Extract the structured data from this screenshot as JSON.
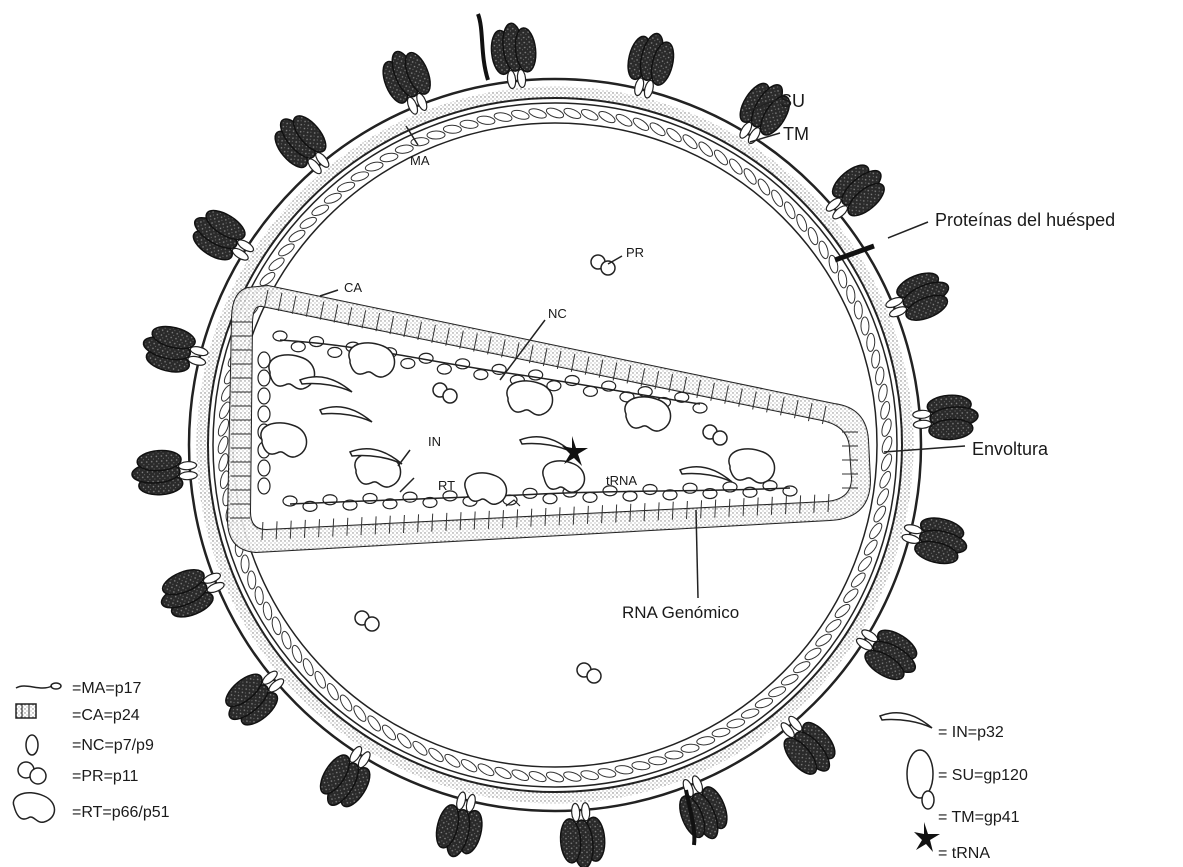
{
  "labels": {
    "su": "SU",
    "tm": "TM",
    "ma": "MA",
    "host_proteins": "Proteínas del huésped",
    "pr": "PR",
    "ca": "CA",
    "nc": "NC",
    "in": "IN",
    "rt": "RT",
    "trna": "tRNA",
    "envelope": "Envoltura",
    "genomic_rna": "RNA Genómico"
  },
  "legend_left": [
    {
      "icon": "matrix-protein-icon",
      "text": "=MA=p17"
    },
    {
      "icon": "capsid-protein-icon",
      "text": "=CA=p24"
    },
    {
      "icon": "nucleocapsid-protein-icon",
      "text": "=NC=p7/p9"
    },
    {
      "icon": "protease-icon",
      "text": "=PR=p11"
    },
    {
      "icon": "reverse-transcriptase-icon",
      "text": "=RT=p66/p51"
    }
  ],
  "legend_right": [
    {
      "icon": "integrase-icon",
      "text": "= IN=p32"
    },
    {
      "icon": "surface-glycoprotein-icon",
      "text": "= SU=gp120"
    },
    {
      "icon": "transmembrane-glycoprotein-icon",
      "text": "= TM=gp41"
    },
    {
      "icon": "trna-icon",
      "text": "= tRNA"
    }
  ]
}
